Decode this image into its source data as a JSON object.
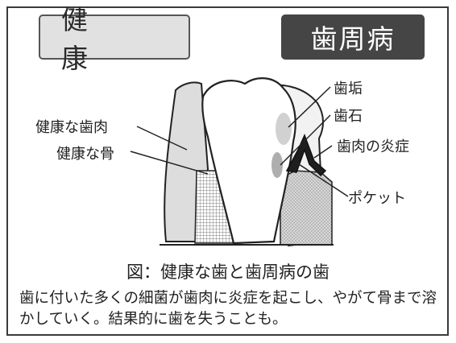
{
  "title_healthy": "健　康",
  "title_disease": "歯周病",
  "labels": {
    "healthy_gum": "健康な歯肉",
    "healthy_bone": "健康な骨",
    "plaque": "歯垢",
    "tartar": "歯石",
    "gum_inflammation": "歯肉の炎症",
    "pocket": "ポケット"
  },
  "caption": "図：健康な歯と歯周病の歯",
  "description": "歯に付いた多くの細菌が歯肉に炎症を起こし、やがて骨まで溶かしていく。結果的に歯を失うことも。"
}
